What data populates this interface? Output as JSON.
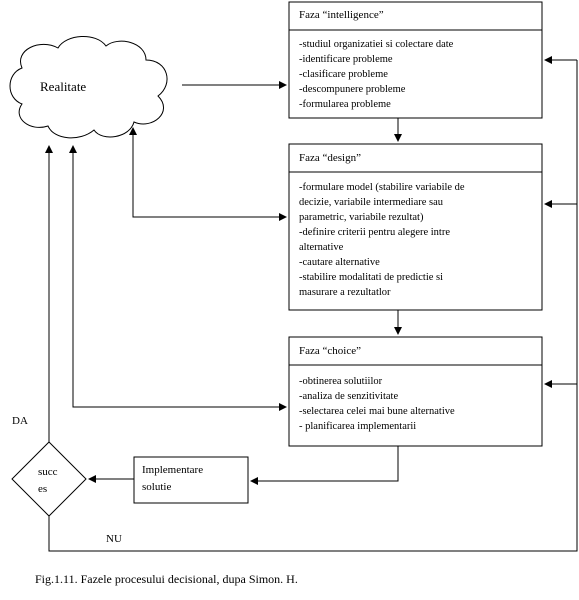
{
  "realitate": {
    "label": "Realitate"
  },
  "intelligence": {
    "title": "Faza “intelligence”",
    "lines": [
      "-studiul organizatiei si colectare date",
      "-identificare probleme",
      "-clasificare probleme",
      "-descompunere probleme",
      "-formularea probleme"
    ]
  },
  "design": {
    "title": "Faza “design”",
    "lines": [
      "-formulare model (stabilire variabile de",
      "decizie, variabile intermediare sau",
      "parametric, variabile rezultat)",
      "-definire criterii pentru alegere intre",
      "alternative",
      "-cautare alternative",
      "-stabilire modalitati de predictie si",
      "masurare a rezultatlor"
    ]
  },
  "choice": {
    "title": "Faza “choice”",
    "lines": [
      "-obtinerea solutiilor",
      "-analiza de senzitivitate",
      "-selectarea celei mai bune alternative",
      "- planificarea implementarii"
    ]
  },
  "implementare": {
    "lines": [
      "Implementare",
      "solutie"
    ]
  },
  "succes": {
    "lines": [
      "succ",
      "es"
    ]
  },
  "labels": {
    "da": "DA",
    "nu": "NU"
  },
  "caption": "Fig.1.11. Fazele procesului decisional, dupa Simon. H."
}
